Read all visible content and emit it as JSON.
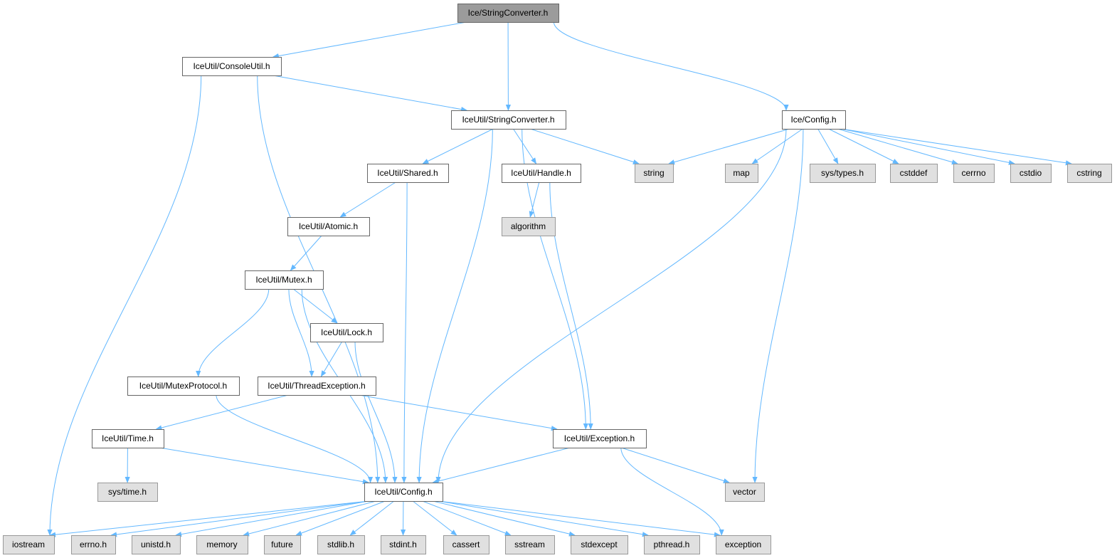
{
  "graph": {
    "edge_color": "#63b8ff",
    "nodes": [
      {
        "id": "root",
        "label": "Ice/StringConverter.h",
        "kind": "main"
      },
      {
        "id": "consoleutil",
        "label": "IceUtil/ConsoleUtil.h",
        "kind": "local"
      },
      {
        "id": "iu_stringconv",
        "label": "IceUtil/StringConverter.h",
        "kind": "local"
      },
      {
        "id": "ice_config",
        "label": "Ice/Config.h",
        "kind": "local"
      },
      {
        "id": "shared",
        "label": "IceUtil/Shared.h",
        "kind": "local"
      },
      {
        "id": "handle",
        "label": "IceUtil/Handle.h",
        "kind": "local"
      },
      {
        "id": "string",
        "label": "string",
        "kind": "sys"
      },
      {
        "id": "map",
        "label": "map",
        "kind": "sys"
      },
      {
        "id": "systypes",
        "label": "sys/types.h",
        "kind": "sys"
      },
      {
        "id": "cstddef",
        "label": "cstddef",
        "kind": "sys"
      },
      {
        "id": "cerrno",
        "label": "cerrno",
        "kind": "sys"
      },
      {
        "id": "cstdio",
        "label": "cstdio",
        "kind": "sys"
      },
      {
        "id": "cstring",
        "label": "cstring",
        "kind": "sys"
      },
      {
        "id": "atomic",
        "label": "IceUtil/Atomic.h",
        "kind": "local"
      },
      {
        "id": "algorithm",
        "label": "algorithm",
        "kind": "sys"
      },
      {
        "id": "mutex",
        "label": "IceUtil/Mutex.h",
        "kind": "local"
      },
      {
        "id": "lock",
        "label": "IceUtil/Lock.h",
        "kind": "local"
      },
      {
        "id": "mutexprotocol",
        "label": "IceUtil/MutexProtocol.h",
        "kind": "local"
      },
      {
        "id": "threadexc",
        "label": "IceUtil/ThreadException.h",
        "kind": "local"
      },
      {
        "id": "time",
        "label": "IceUtil/Time.h",
        "kind": "local"
      },
      {
        "id": "exception_h",
        "label": "IceUtil/Exception.h",
        "kind": "local"
      },
      {
        "id": "systime",
        "label": "sys/time.h",
        "kind": "sys"
      },
      {
        "id": "iu_config",
        "label": "IceUtil/Config.h",
        "kind": "local"
      },
      {
        "id": "vector",
        "label": "vector",
        "kind": "sys"
      },
      {
        "id": "iostream",
        "label": "iostream",
        "kind": "sys"
      },
      {
        "id": "errno",
        "label": "errno.h",
        "kind": "sys"
      },
      {
        "id": "unistd",
        "label": "unistd.h",
        "kind": "sys"
      },
      {
        "id": "memory",
        "label": "memory",
        "kind": "sys"
      },
      {
        "id": "future",
        "label": "future",
        "kind": "sys"
      },
      {
        "id": "stdlib",
        "label": "stdlib.h",
        "kind": "sys"
      },
      {
        "id": "stdint",
        "label": "stdint.h",
        "kind": "sys"
      },
      {
        "id": "cassert",
        "label": "cassert",
        "kind": "sys"
      },
      {
        "id": "sstream",
        "label": "sstream",
        "kind": "sys"
      },
      {
        "id": "stdexcept",
        "label": "stdexcept",
        "kind": "sys"
      },
      {
        "id": "pthread",
        "label": "pthread.h",
        "kind": "sys"
      },
      {
        "id": "exception",
        "label": "exception",
        "kind": "sys"
      }
    ],
    "edges": [
      [
        "root",
        "consoleutil"
      ],
      [
        "root",
        "iu_stringconv"
      ],
      [
        "root",
        "ice_config"
      ],
      [
        "consoleutil",
        "iu_stringconv"
      ],
      [
        "consoleutil",
        "iostream"
      ],
      [
        "consoleutil",
        "iu_config"
      ],
      [
        "iu_stringconv",
        "shared"
      ],
      [
        "iu_stringconv",
        "handle"
      ],
      [
        "iu_stringconv",
        "string"
      ],
      [
        "iu_stringconv",
        "iu_config"
      ],
      [
        "iu_stringconv",
        "exception_h"
      ],
      [
        "ice_config",
        "string"
      ],
      [
        "ice_config",
        "map"
      ],
      [
        "ice_config",
        "systypes"
      ],
      [
        "ice_config",
        "cstddef"
      ],
      [
        "ice_config",
        "cerrno"
      ],
      [
        "ice_config",
        "cstdio"
      ],
      [
        "ice_config",
        "cstring"
      ],
      [
        "ice_config",
        "iu_config"
      ],
      [
        "ice_config",
        "vector"
      ],
      [
        "shared",
        "atomic"
      ],
      [
        "shared",
        "iu_config"
      ],
      [
        "handle",
        "algorithm"
      ],
      [
        "handle",
        "exception_h"
      ],
      [
        "atomic",
        "mutex"
      ],
      [
        "mutex",
        "lock"
      ],
      [
        "mutex",
        "mutexprotocol"
      ],
      [
        "mutex",
        "threadexc"
      ],
      [
        "mutex",
        "iu_config"
      ],
      [
        "lock",
        "threadexc"
      ],
      [
        "lock",
        "iu_config"
      ],
      [
        "mutexprotocol",
        "iu_config"
      ],
      [
        "threadexc",
        "time"
      ],
      [
        "threadexc",
        "exception_h"
      ],
      [
        "time",
        "systime"
      ],
      [
        "time",
        "iu_config"
      ],
      [
        "exception_h",
        "iu_config"
      ],
      [
        "exception_h",
        "vector"
      ],
      [
        "exception_h",
        "exception"
      ],
      [
        "iu_config",
        "iostream"
      ],
      [
        "iu_config",
        "errno"
      ],
      [
        "iu_config",
        "unistd"
      ],
      [
        "iu_config",
        "memory"
      ],
      [
        "iu_config",
        "future"
      ],
      [
        "iu_config",
        "stdlib"
      ],
      [
        "iu_config",
        "stdint"
      ],
      [
        "iu_config",
        "cassert"
      ],
      [
        "iu_config",
        "sstream"
      ],
      [
        "iu_config",
        "stdexcept"
      ],
      [
        "iu_config",
        "pthread"
      ],
      [
        "iu_config",
        "exception"
      ]
    ]
  }
}
